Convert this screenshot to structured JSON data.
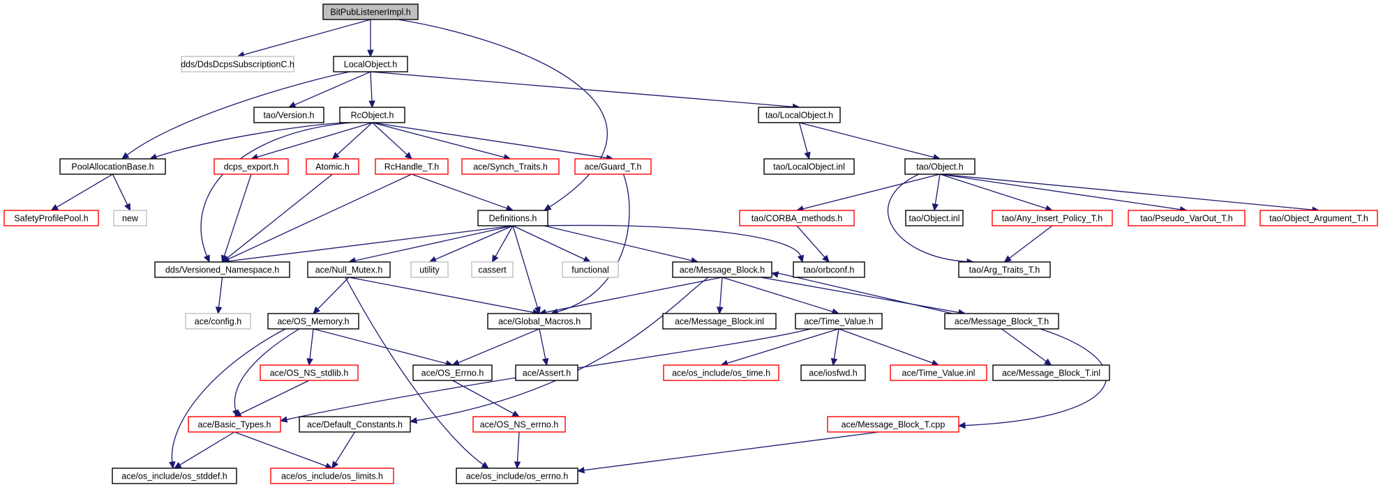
{
  "graph": {
    "colors": {
      "edge": "#191970",
      "node_root_fill": "#bfbfbf",
      "node_documented": "#000000",
      "node_truncated": "#ff0000",
      "node_external": "#bfbfbf"
    },
    "nodes": [
      {
        "id": "bitpub",
        "label": "BitPubListenerImpl.h",
        "kind": "root"
      },
      {
        "id": "ddscs",
        "label": "dds/DdsDcpsSubscriptionC.h",
        "kind": "external"
      },
      {
        "id": "localobj",
        "label": "LocalObject.h",
        "kind": "documented"
      },
      {
        "id": "taolocal",
        "label": "tao/LocalObject.h",
        "kind": "documented"
      },
      {
        "id": "taover",
        "label": "tao/Version.h",
        "kind": "documented"
      },
      {
        "id": "rcobj",
        "label": "RcObject.h",
        "kind": "documented"
      },
      {
        "id": "pool",
        "label": "PoolAllocationBase.h",
        "kind": "documented"
      },
      {
        "id": "dcps",
        "label": "dcps_export.h",
        "kind": "truncated"
      },
      {
        "id": "atomic",
        "label": "Atomic.h",
        "kind": "truncated"
      },
      {
        "id": "rchandle",
        "label": "RcHandle_T.h",
        "kind": "truncated"
      },
      {
        "id": "synch",
        "label": "ace/Synch_Traits.h",
        "kind": "truncated"
      },
      {
        "id": "guard",
        "label": "ace/Guard_T.h",
        "kind": "truncated"
      },
      {
        "id": "taolocalinl",
        "label": "tao/LocalObject.inl",
        "kind": "documented"
      },
      {
        "id": "taoobj",
        "label": "tao/Object.h",
        "kind": "documented"
      },
      {
        "id": "safety",
        "label": "SafetyProfilePool.h",
        "kind": "truncated"
      },
      {
        "id": "new",
        "label": "new",
        "kind": "external"
      },
      {
        "id": "defs",
        "label": "Definitions.h",
        "kind": "documented"
      },
      {
        "id": "corba",
        "label": "tao/CORBA_methods.h",
        "kind": "truncated"
      },
      {
        "id": "objinl",
        "label": "tao/Object.inl",
        "kind": "documented"
      },
      {
        "id": "anyins",
        "label": "tao/Any_Insert_Policy_T.h",
        "kind": "truncated"
      },
      {
        "id": "pseudo",
        "label": "tao/Pseudo_VarOut_T.h",
        "kind": "truncated"
      },
      {
        "id": "objarg",
        "label": "tao/Object_Argument_T.h",
        "kind": "truncated"
      },
      {
        "id": "verns",
        "label": "dds/Versioned_Namespace.h",
        "kind": "documented"
      },
      {
        "id": "nullmutex",
        "label": "ace/Null_Mutex.h",
        "kind": "documented"
      },
      {
        "id": "utility",
        "label": "utility",
        "kind": "external"
      },
      {
        "id": "cassert",
        "label": "cassert",
        "kind": "external"
      },
      {
        "id": "functional",
        "label": "functional",
        "kind": "external"
      },
      {
        "id": "msgblock",
        "label": "ace/Message_Block.h",
        "kind": "documented"
      },
      {
        "id": "orbconf",
        "label": "tao/orbconf.h",
        "kind": "documented"
      },
      {
        "id": "argtraits",
        "label": "tao/Arg_Traits_T.h",
        "kind": "documented"
      },
      {
        "id": "config",
        "label": "ace/config.h",
        "kind": "external"
      },
      {
        "id": "osmem",
        "label": "ace/OS_Memory.h",
        "kind": "documented"
      },
      {
        "id": "globmac",
        "label": "ace/Global_Macros.h",
        "kind": "documented"
      },
      {
        "id": "msgblockinl",
        "label": "ace/Message_Block.inl",
        "kind": "documented"
      },
      {
        "id": "timeval",
        "label": "ace/Time_Value.h",
        "kind": "documented"
      },
      {
        "id": "msgblockT",
        "label": "ace/Message_Block_T.h",
        "kind": "documented"
      },
      {
        "id": "osnsstd",
        "label": "ace/OS_NS_stdlib.h",
        "kind": "truncated"
      },
      {
        "id": "oserrno",
        "label": "ace/OS_Errno.h",
        "kind": "documented"
      },
      {
        "id": "assert",
        "label": "ace/Assert.h",
        "kind": "documented"
      },
      {
        "id": "ostime",
        "label": "ace/os_include/os_time.h",
        "kind": "truncated"
      },
      {
        "id": "iosfwd",
        "label": "ace/iosfwd.h",
        "kind": "documented"
      },
      {
        "id": "timevalinl",
        "label": "ace/Time_Value.inl",
        "kind": "truncated"
      },
      {
        "id": "msgblockTinl",
        "label": "ace/Message_Block_T.inl",
        "kind": "documented"
      },
      {
        "id": "basictypes",
        "label": "ace/Basic_Types.h",
        "kind": "truncated"
      },
      {
        "id": "defconst",
        "label": "ace/Default_Constants.h",
        "kind": "documented"
      },
      {
        "id": "osnserrno",
        "label": "ace/OS_NS_errno.h",
        "kind": "truncated"
      },
      {
        "id": "msgblockTcpp",
        "label": "ace/Message_Block_T.cpp",
        "kind": "truncated"
      },
      {
        "id": "osstddef",
        "label": "ace/os_include/os_stddef.h",
        "kind": "documented"
      },
      {
        "id": "oslimits",
        "label": "ace/os_include/os_limits.h",
        "kind": "truncated"
      },
      {
        "id": "oserrnoh",
        "label": "ace/os_include/os_errno.h",
        "kind": "documented"
      }
    ],
    "edges": [
      [
        "bitpub",
        "ddscs"
      ],
      [
        "bitpub",
        "localobj"
      ],
      [
        "bitpub",
        "defs"
      ],
      [
        "localobj",
        "pool"
      ],
      [
        "localobj",
        "taover"
      ],
      [
        "localobj",
        "rcobj"
      ],
      [
        "localobj",
        "taolocal"
      ],
      [
        "rcobj",
        "pool"
      ],
      [
        "rcobj",
        "dcps"
      ],
      [
        "rcobj",
        "atomic"
      ],
      [
        "rcobj",
        "rchandle"
      ],
      [
        "rcobj",
        "synch"
      ],
      [
        "rcobj",
        "guard"
      ],
      [
        "rcobj",
        "verns"
      ],
      [
        "taolocal",
        "taolocalinl"
      ],
      [
        "taolocal",
        "taoobj"
      ],
      [
        "pool",
        "safety"
      ],
      [
        "pool",
        "new"
      ],
      [
        "dcps",
        "verns"
      ],
      [
        "atomic",
        "verns"
      ],
      [
        "rchandle",
        "verns"
      ],
      [
        "rchandle",
        "defs"
      ],
      [
        "guard",
        "globmac"
      ],
      [
        "taoobj",
        "corba"
      ],
      [
        "taoobj",
        "objinl"
      ],
      [
        "taoobj",
        "anyins"
      ],
      [
        "taoobj",
        "pseudo"
      ],
      [
        "taoobj",
        "objarg"
      ],
      [
        "taoobj",
        "argtraits"
      ],
      [
        "corba",
        "orbconf"
      ],
      [
        "anyins",
        "argtraits"
      ],
      [
        "defs",
        "verns"
      ],
      [
        "defs",
        "nullmutex"
      ],
      [
        "defs",
        "utility"
      ],
      [
        "defs",
        "cassert"
      ],
      [
        "defs",
        "functional"
      ],
      [
        "defs",
        "msgblock"
      ],
      [
        "defs",
        "orbconf"
      ],
      [
        "defs",
        "globmac"
      ],
      [
        "verns",
        "config"
      ],
      [
        "nullmutex",
        "osmem"
      ],
      [
        "nullmutex",
        "globmac"
      ],
      [
        "nullmutex",
        "oserrnoh"
      ],
      [
        "msgblock",
        "globmac"
      ],
      [
        "msgblock",
        "msgblockinl"
      ],
      [
        "msgblock",
        "timeval"
      ],
      [
        "msgblock",
        "msgblockT"
      ],
      [
        "msgblock",
        "defconst"
      ],
      [
        "msgblockT",
        "msgblock"
      ],
      [
        "msgblockT",
        "msgblockTinl"
      ],
      [
        "msgblockT",
        "msgblockTcpp"
      ],
      [
        "osmem",
        "osnsstd"
      ],
      [
        "osmem",
        "oserrno"
      ],
      [
        "osmem",
        "basictypes"
      ],
      [
        "osmem",
        "osstddef"
      ],
      [
        "globmac",
        "oserrno"
      ],
      [
        "globmac",
        "assert"
      ],
      [
        "timeval",
        "ostime"
      ],
      [
        "timeval",
        "iosfwd"
      ],
      [
        "timeval",
        "timevalinl"
      ],
      [
        "timeval",
        "basictypes"
      ],
      [
        "osnsstd",
        "basictypes"
      ],
      [
        "oserrno",
        "osnserrno"
      ],
      [
        "basictypes",
        "osstddef"
      ],
      [
        "basictypes",
        "oslimits"
      ],
      [
        "defconst",
        "oslimits"
      ],
      [
        "osnserrno",
        "oserrnoh"
      ],
      [
        "msgblockTcpp",
        "oserrnoh"
      ]
    ]
  }
}
